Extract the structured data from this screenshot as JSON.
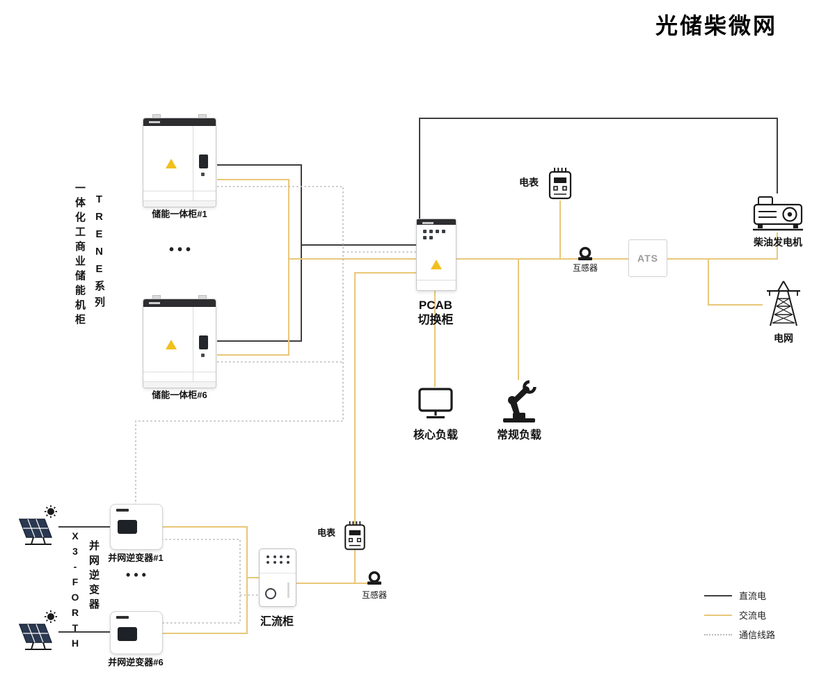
{
  "title": "光储柴微网",
  "colors": {
    "dc": "#3f3f3f",
    "ac": "#e8c778",
    "comm": "#b9b9b9",
    "warning": "#f2c01d"
  },
  "storage": {
    "series_vertical": "TRENE系列",
    "series_desc_vertical": "一体化工商业储能机柜",
    "cabinet1_label": "储能一体柜#1",
    "cabinet6_label": "储能一体柜#6",
    "ellipsis": "•••"
  },
  "pcab": {
    "line1": "PCAB",
    "line2": "切换柜"
  },
  "grid_side": {
    "meter_label": "电表",
    "ct_label": "互感器",
    "ats_label": "ATS",
    "generator_label": "柴油发电机",
    "grid_label": "电网"
  },
  "loads": {
    "core_label": "核心负载",
    "normal_label": "常规负载"
  },
  "pv": {
    "series_vertical": "X3-FORTH",
    "series_desc_vertical": "并网逆变器",
    "inverter1_label": "并网逆变器#1",
    "inverter6_label": "并网逆变器#6",
    "ellipsis": "•••",
    "combiner_label": "汇流柜",
    "meter_label": "电表",
    "ct_label": "互感器"
  },
  "legend": {
    "dc_label": "直流电",
    "ac_label": "交流电",
    "comm_label": "通信线路"
  }
}
